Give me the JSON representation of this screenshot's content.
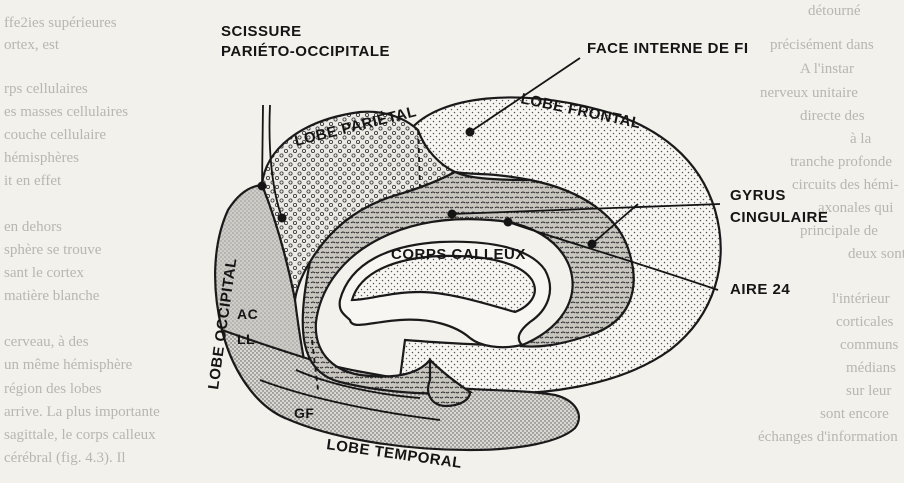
{
  "labels": {
    "scissure_line1": "SCISSURE",
    "scissure_line2": "PARIÉTO-OCCIPITALE",
    "face_interne": "FACE INTERNE DE FI",
    "lobe_parietal": "LOBE PARIÉTAL",
    "lobe_frontal": "LOBE FRONTAL",
    "gyrus_line1": "GYRUS",
    "gyrus_line2": "CINGULAIRE",
    "corps_calleux": "CORPS CALLEUX",
    "aire_24": "AIRE 24",
    "lobe_occipital": "LOBE OCCIPITAL",
    "ac": "AC",
    "ll": "LL",
    "gf": "GF",
    "lobe_temporal": "LOBE TEMPORAL"
  },
  "background_text": [
    "ffe2ies supérieures",
    "ortex, est",
    "rps cellulaires",
    "es masses cellulaires",
    "couche cellulaire",
    "hémisphères",
    "it en effet",
    "en dehors",
    "sphère se trouve",
    "sant le cortex",
    "matière blanche",
    "cerveau, à des",
    "un même hémisphère",
    "région des lobes",
    "arrive. La plus importante",
    "sagittale, le corps calleux",
    "cérébral (fig. 4.3). Il",
    "détourné",
    "précisément dans",
    "A l'instar",
    "nerveux unitaire",
    "directe des",
    "à la",
    "tranche profonde",
    "circuits des hémi-",
    "axonales qui",
    "principale de",
    "deux sont",
    "l'intérieur",
    "corticales",
    "communs",
    "médians",
    "sur leur",
    "sont encore",
    "échanges d'information"
  ]
}
